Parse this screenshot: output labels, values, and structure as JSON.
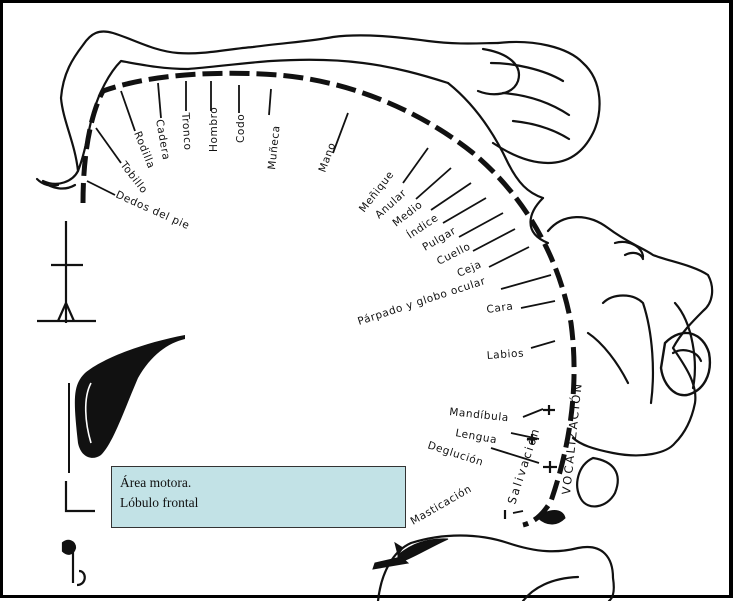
{
  "labels": {
    "dedos": "Dedos del pie",
    "tobillo": "Tobillo",
    "rodilla": "Rodilla",
    "cadera": "Cadera",
    "tronco": "Tronco",
    "hombro": "Hombro",
    "codo": "Codo",
    "muneca": "Muñeca",
    "mano": "Mano",
    "menique": "Meñique",
    "anular": "Anular",
    "medio": "Medio",
    "indice": "Índice",
    "pulgar": "Pulgar",
    "cuello": "Cuello",
    "ceja": "Ceja",
    "parpado": "Párpado y globo ocular",
    "cara": "Cara",
    "labios": "Labios",
    "mandibula": "Mandíbula",
    "lengua": "Lengua",
    "deglucion": "Deglución",
    "masticacion": "Masticación",
    "salivacion": "Salivación",
    "vocalizacion": "VOCALIZACIÓN"
  },
  "caption": {
    "line1": "Área motora.",
    "line2": "Lóbulo frontal"
  }
}
